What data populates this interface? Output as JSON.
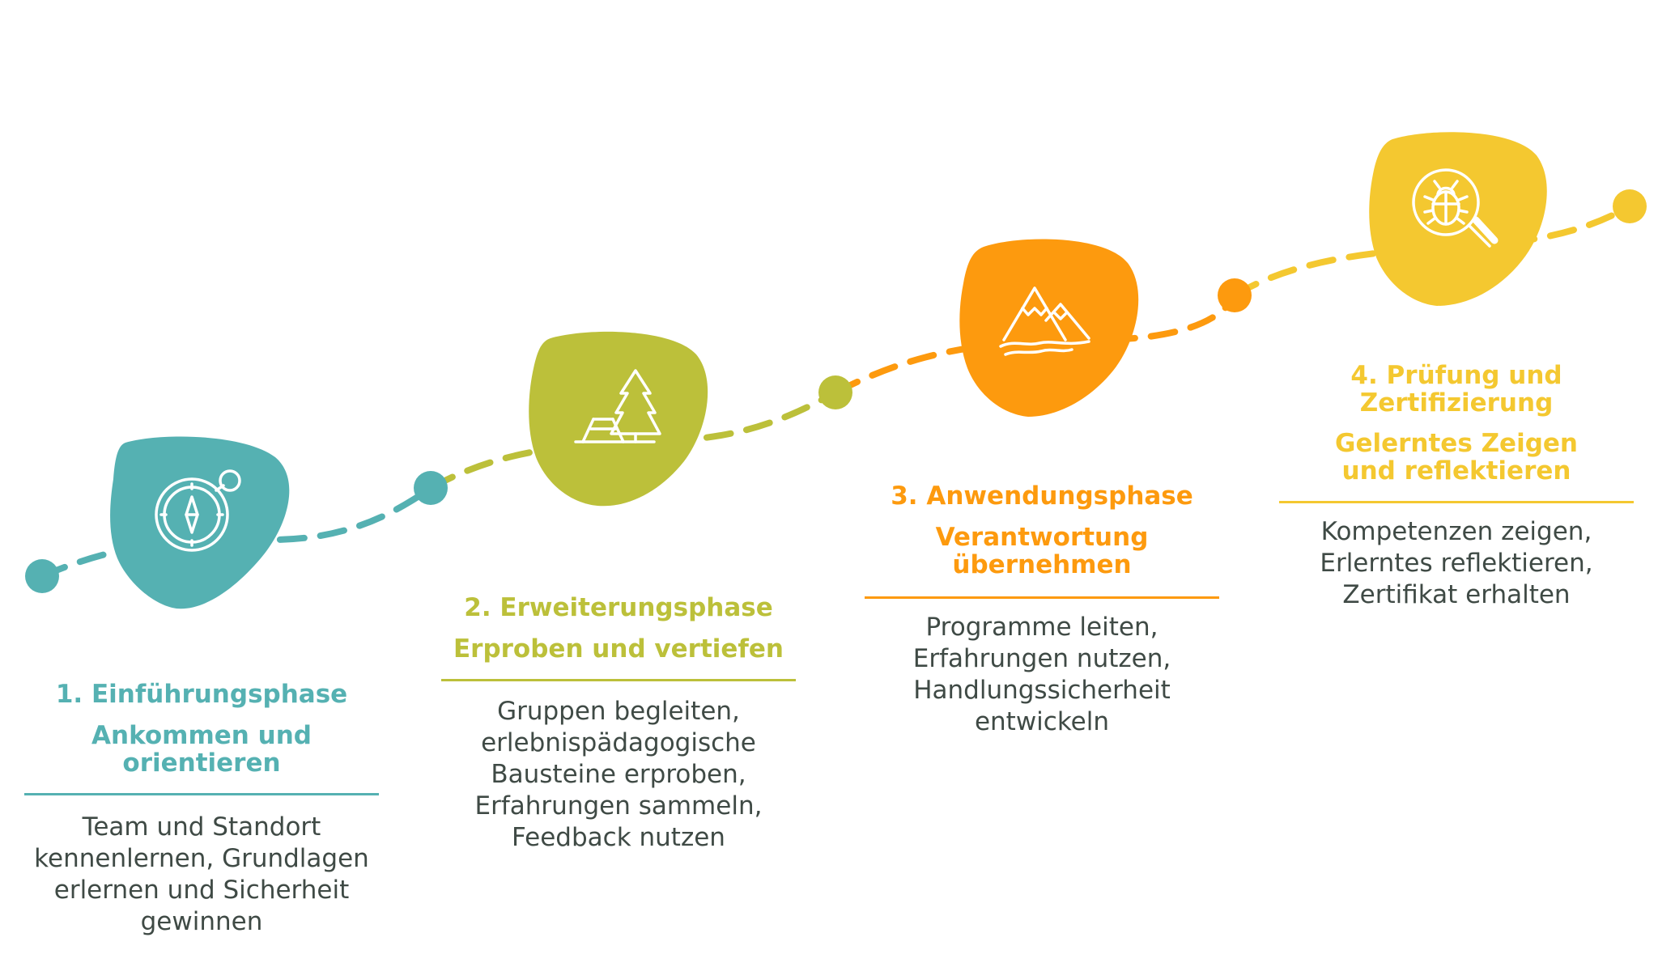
{
  "colors": {
    "phase1": "#55b1b2",
    "phase2": "#bcc03a",
    "phase3": "#fd9a0e",
    "phase4": "#f4c830",
    "text": "#3f4a45",
    "icon_stroke": "#ffffff"
  },
  "phases": [
    {
      "title": "1. Einführungsphase",
      "subtitle": [
        "Ankommen und",
        "orientieren"
      ],
      "description": [
        "Team und Standort",
        "kennenlernen, Grundlagen",
        "erlernen und Sicherheit",
        "gewinnen"
      ],
      "icon": "compass-icon"
    },
    {
      "title": "2. Erweiterungsphase",
      "subtitle": [
        "Erproben und vertiefen"
      ],
      "description": [
        "Gruppen begleiten,",
        "erlebnispädagogische",
        "Bausteine erproben,",
        "Erfahrungen sammeln,",
        "Feedback nutzen"
      ],
      "icon": "tree-picnic-table-icon"
    },
    {
      "title": "3. Anwendungsphase",
      "subtitle": [
        "Verantwortung",
        "übernehmen"
      ],
      "description": [
        "Programme leiten,",
        "Erfahrungen nutzen,",
        "Handlungssicherheit",
        "entwickeln"
      ],
      "icon": "mountains-icon"
    },
    {
      "title": [
        "4. Prüfung und",
        "Zertifizierung"
      ],
      "subtitle": [
        "Gelerntes Zeigen",
        "und reflektieren"
      ],
      "description": [
        "Kompetenzen zeigen,",
        "Erlerntes reflektieren,",
        "Zertifikat erhalten"
      ],
      "icon": "bug-magnifier-icon"
    }
  ]
}
